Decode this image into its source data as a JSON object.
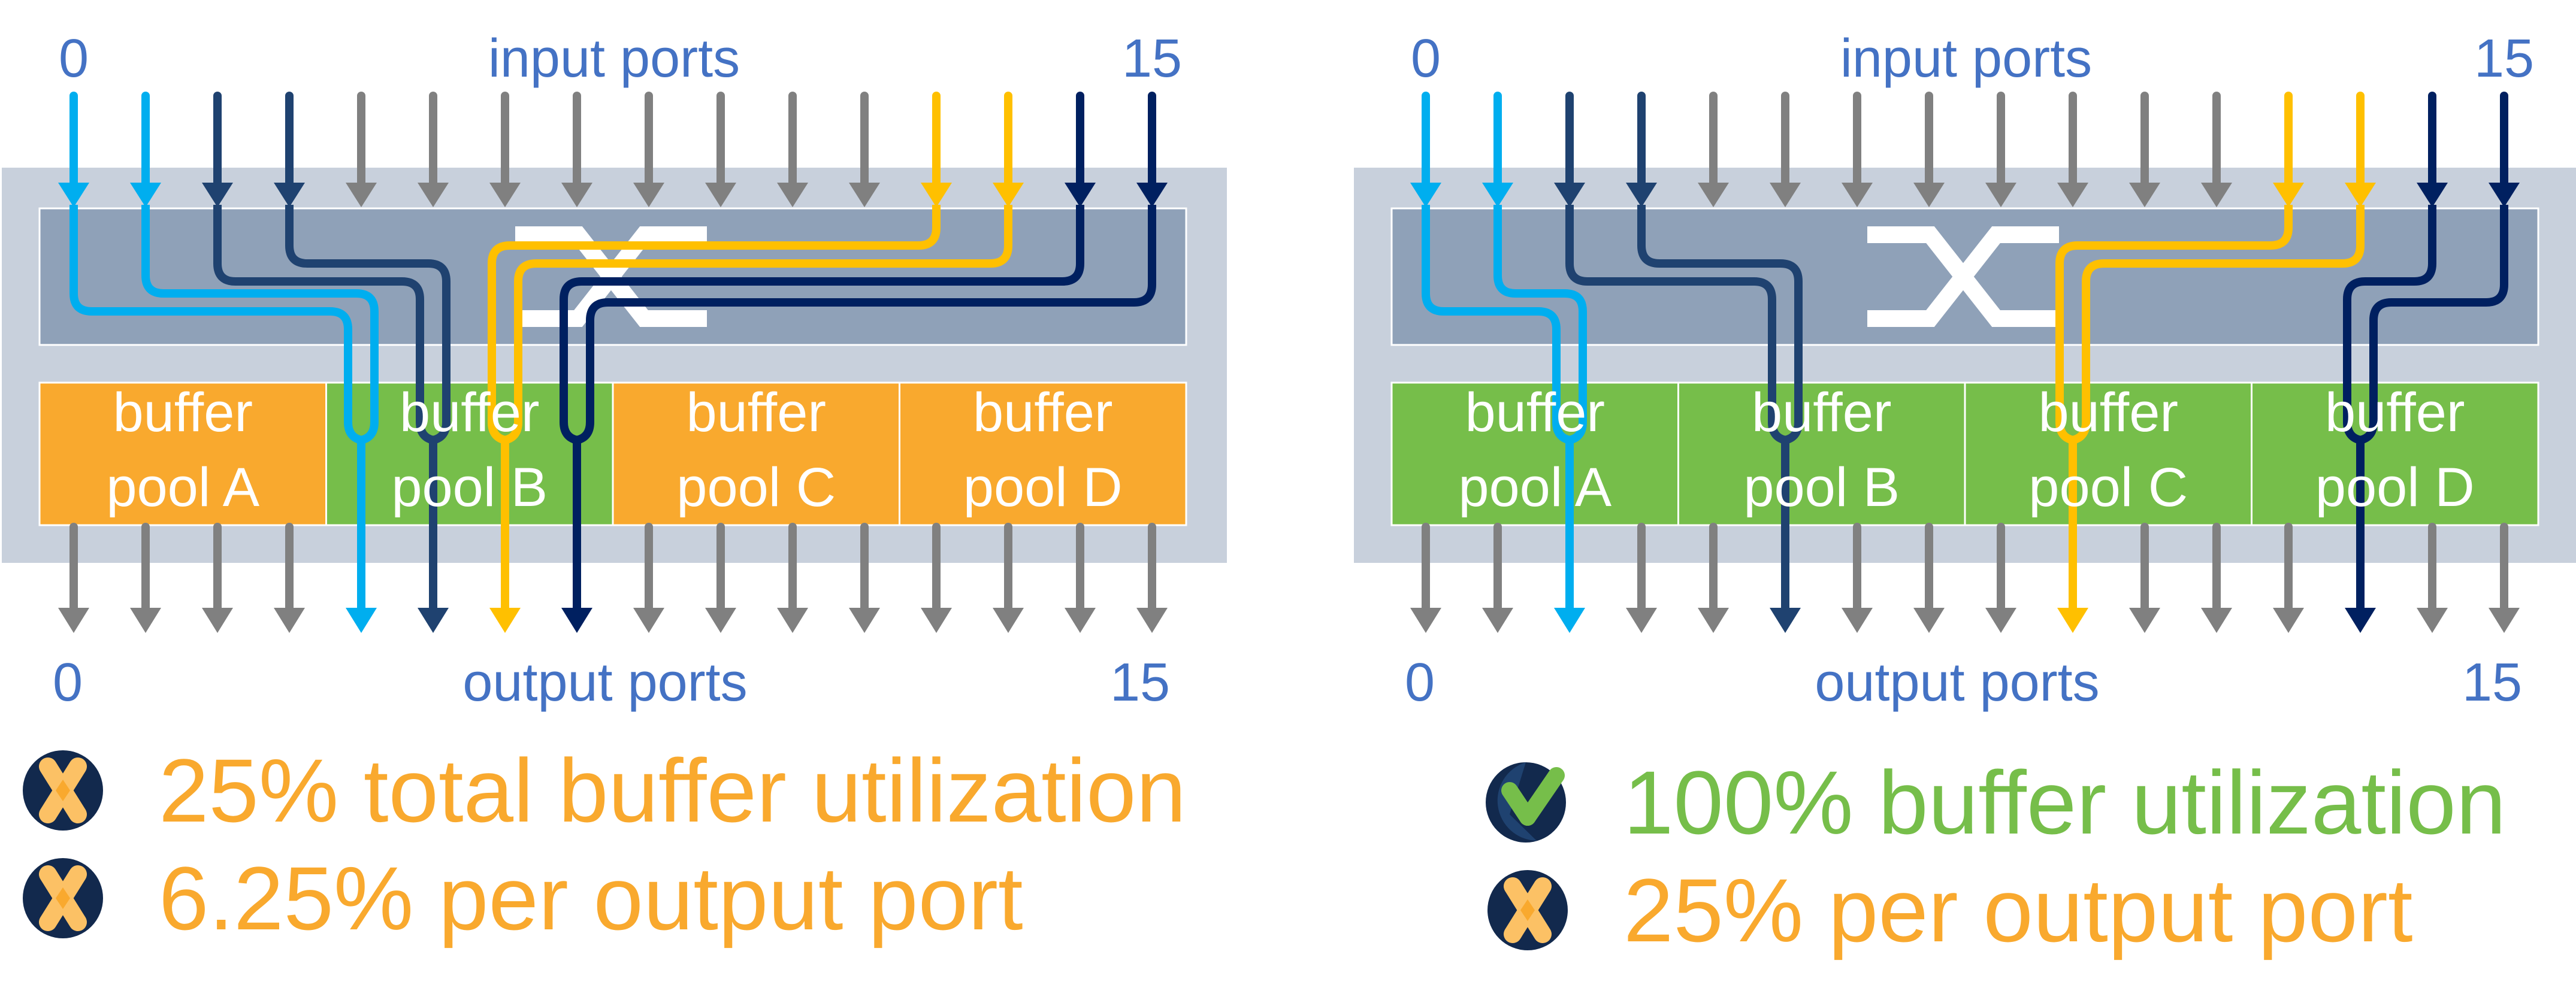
{
  "colors": {
    "outer_box": "#C8D0DC",
    "switch_area": "#8FA1B8",
    "pool_orange": "#F9A92E",
    "pool_green": "#76BE4A",
    "idle_arrow": "#808080",
    "light_blue": "#00AEEF",
    "mid_blue": "#1F4270",
    "yellow": "#FFC000",
    "navy": "#002060",
    "label_blue": "#4472C4",
    "text_orange": "#F9A92E",
    "text_green": "#76BE4A",
    "icon_dark": "#12294D"
  },
  "panels": [
    {
      "id": "left",
      "input_label": "input ports",
      "output_label": "output ports",
      "first_port": "0",
      "last_port": "15",
      "pools": [
        {
          "line1": "buffer",
          "line2": "pool A",
          "state": "unused"
        },
        {
          "line1": "buffer",
          "line2": "pool B",
          "state": "used"
        },
        {
          "line1": "buffer",
          "line2": "pool C",
          "state": "unused"
        },
        {
          "line1": "buffer",
          "line2": "pool D",
          "state": "unused"
        }
      ],
      "flows": [
        {
          "color": "light_blue",
          "inputs": [
            0,
            1
          ],
          "output": 4
        },
        {
          "color": "mid_blue",
          "inputs": [
            2,
            3
          ],
          "output": 5
        },
        {
          "color": "yellow",
          "inputs": [
            12,
            13
          ],
          "output": 6
        },
        {
          "color": "navy",
          "inputs": [
            14,
            15
          ],
          "output": 7
        }
      ],
      "stats": [
        {
          "icon": "x-circle-icon",
          "text": "25% total buffer utilization",
          "color": "text_orange"
        },
        {
          "icon": "x-circle-icon",
          "text": "6.25% per output port",
          "color": "text_orange"
        }
      ]
    },
    {
      "id": "right",
      "input_label": "input ports",
      "output_label": "output ports",
      "first_port": "0",
      "last_port": "15",
      "pools": [
        {
          "line1": "buffer",
          "line2": "pool A",
          "state": "used"
        },
        {
          "line1": "buffer",
          "line2": "pool B",
          "state": "used"
        },
        {
          "line1": "buffer",
          "line2": "pool C",
          "state": "used"
        },
        {
          "line1": "buffer",
          "line2": "pool D",
          "state": "used"
        }
      ],
      "flows": [
        {
          "color": "light_blue",
          "inputs": [
            0,
            1
          ],
          "output": 2
        },
        {
          "color": "mid_blue",
          "inputs": [
            2,
            3
          ],
          "output": 5
        },
        {
          "color": "yellow",
          "inputs": [
            12,
            13
          ],
          "output": 9
        },
        {
          "color": "navy",
          "inputs": [
            14,
            15
          ],
          "output": 13
        }
      ],
      "stats": [
        {
          "icon": "check-circle-icon",
          "text": "100% buffer utilization",
          "color": "text_green"
        },
        {
          "icon": "x-circle-icon",
          "text": "25% per output port",
          "color": "text_orange"
        }
      ]
    }
  ]
}
